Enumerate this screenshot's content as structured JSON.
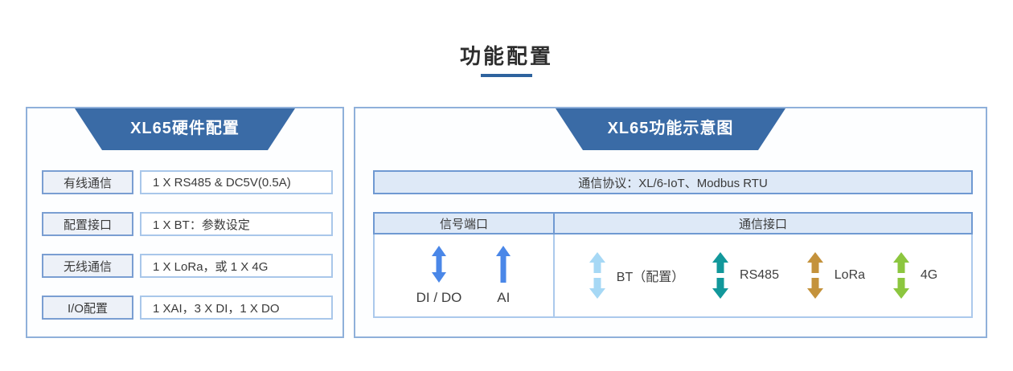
{
  "page": {
    "title": "功能配置"
  },
  "colors": {
    "accent_blue": "#3a6ba6",
    "title_underline": "#2e639e",
    "panel_border": "#8fb0da",
    "bar_fill": "#dee9f7",
    "bar_border": "#6f99d2",
    "label_box_fill": "#edf1f8",
    "label_box_border": "#7a9ed2",
    "value_box_border": "#a9c7ea"
  },
  "left_panel": {
    "header": "XL65硬件配置",
    "rows": [
      {
        "label": "有线通信",
        "value": "1 X RS485 & DC5V(0.5A)"
      },
      {
        "label": "配置接口",
        "value": "1 X BT：参数设定"
      },
      {
        "label": "无线通信",
        "value": "1 X LoRa，或 1 X 4G"
      },
      {
        "label": "I/O配置",
        "value": "1 XAI，3 X DI，1 X DO"
      }
    ]
  },
  "right_panel": {
    "header": "XL65功能示意图",
    "protocol_bar": "通信协议：XL/6-IoT、Modbus RTU",
    "table": {
      "signal_header": "信号端口",
      "comm_header": "通信接口",
      "signal_items": [
        {
          "label": "DI / DO",
          "arrow": "double-solid",
          "color": "#4a87e8"
        },
        {
          "label": "AI",
          "arrow": "up-single",
          "color": "#4a87e8"
        }
      ],
      "comm_items": [
        {
          "label": "BT（配置）",
          "arrow": "double-split",
          "color": "#a6d8f5"
        },
        {
          "label": "RS485",
          "arrow": "double-split",
          "color": "#12989b"
        },
        {
          "label": "LoRa",
          "arrow": "double-split",
          "color": "#c4923b"
        },
        {
          "label": "4G",
          "arrow": "double-split",
          "color": "#8cc63f"
        }
      ]
    }
  }
}
